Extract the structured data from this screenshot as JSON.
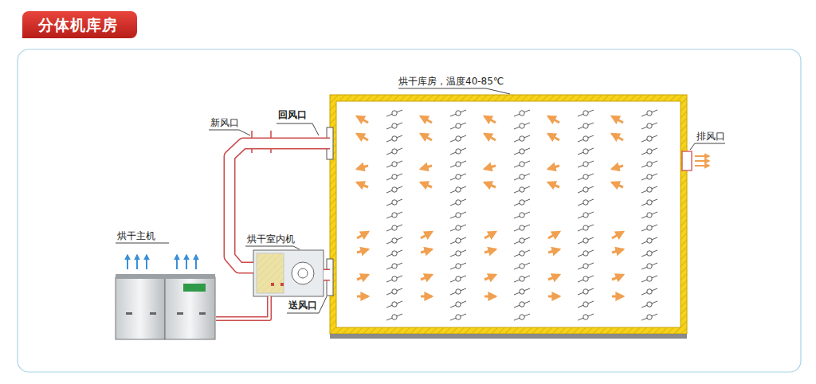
{
  "diagram": {
    "title": "分体机库房",
    "nodes": [
      {
        "text": [
          "烘干主机"
        ]
      },
      {
        "text": [
          "烘干室内机"
        ]
      },
      {
        "text": [
          "烘干库房，温度40-85℃"
        ]
      }
    ],
    "edges": [
      {
        "from": 0,
        "to": 1,
        "arrow": "none"
      },
      {
        "from": 1,
        "to": 2,
        "label": "送风口",
        "arrow": "none"
      },
      {
        "from": 2,
        "to": 1,
        "label": "回风口",
        "arrow": "none"
      }
    ],
    "labels": [
      "新风口",
      "排风口"
    ]
  }
}
